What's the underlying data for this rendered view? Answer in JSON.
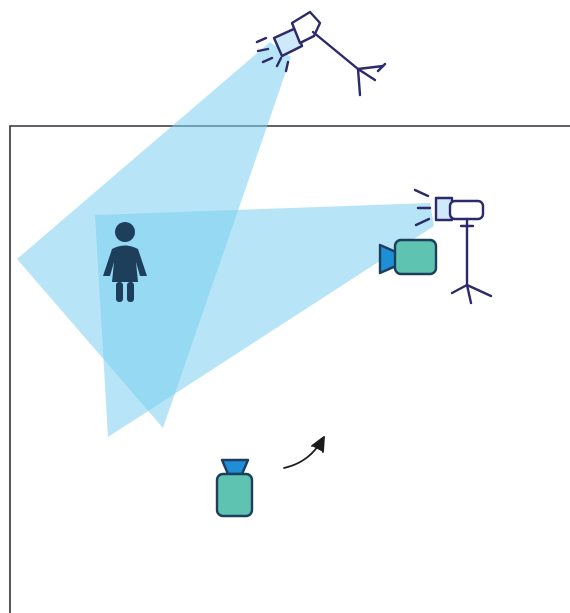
{
  "scene": {
    "colors": {
      "background": "#ffffff",
      "room_outline": "#2e2e3a",
      "light_beam": "#7ccff0",
      "beam_overlap": "#4fb3df",
      "fixture_outline": "#2c2a6b",
      "fixture_fill": "#ffffff",
      "lens": "#cfe9fa",
      "person": "#1d3f5c",
      "camera_body": "#5fc3b2",
      "camera_outline": "#1d3f5c",
      "camera_lens": "#1e8fd6",
      "arrow": "#1b1b1b"
    },
    "elements": [
      {
        "id": "room",
        "icon": "room-outline-icon"
      },
      {
        "id": "key-light",
        "icon": "spotlight-tripod-icon"
      },
      {
        "id": "fill-light",
        "icon": "spotlight-tripod-icon"
      },
      {
        "id": "subject",
        "icon": "person-icon"
      },
      {
        "id": "camera-a",
        "icon": "video-camera-icon"
      },
      {
        "id": "camera-b",
        "icon": "video-camera-icon"
      },
      {
        "id": "camera-move",
        "icon": "curved-arrow-icon"
      }
    ]
  }
}
